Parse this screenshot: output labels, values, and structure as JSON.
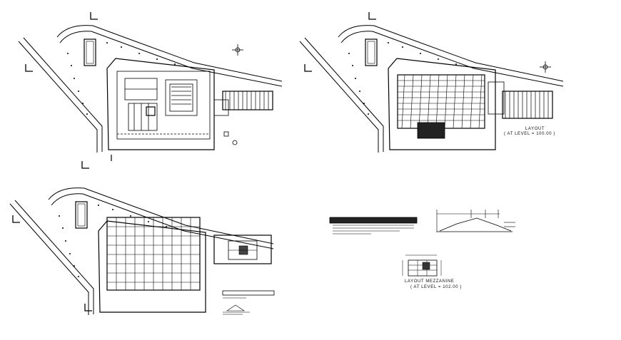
{
  "drawing": {
    "labels": {
      "layout_1_title": "LAYOUT",
      "layout_1_level": "( AT LEVEL = 100.00 )",
      "layout_3_title": "LAYOUT MEZZANINE",
      "layout_3_level": "( AT LEVEL = 102.00 )"
    },
    "colors": {
      "background": "#ffffff",
      "linework": "#000000"
    }
  }
}
